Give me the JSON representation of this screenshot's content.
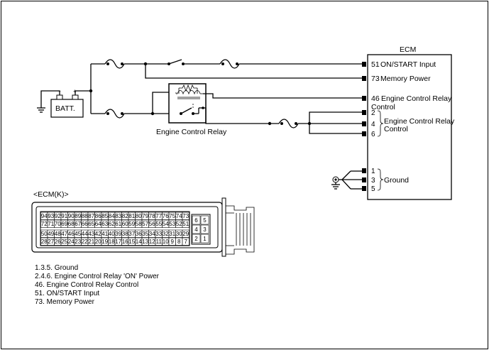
{
  "ecm": {
    "title": "ECM",
    "pins": [
      {
        "num": "51",
        "label": "ON/START Input"
      },
      {
        "num": "73",
        "label": "Memory Power"
      },
      {
        "num": "46",
        "label": "Engine Control Relay",
        "label2": "Control"
      },
      {
        "num": "2"
      },
      {
        "num": "4"
      },
      {
        "num": "6"
      },
      {
        "num": "1"
      },
      {
        "num": "3"
      },
      {
        "num": "5"
      }
    ],
    "relay_group_label": "Engine Control Relay",
    "relay_group_label2": "Control",
    "ground_group_label": "Ground"
  },
  "battery": {
    "label": "BATT."
  },
  "relay": {
    "label": "Engine Control Relay"
  },
  "connector": {
    "title": "<ECM(K)>",
    "row1": [
      "94",
      "93",
      "92",
      "91",
      "90",
      "89",
      "88",
      "87",
      "86",
      "85",
      "84",
      "83",
      "82",
      "81",
      "80",
      "79",
      "78",
      "77",
      "76",
      "75",
      "74",
      "73"
    ],
    "row2": [
      "72",
      "71",
      "70",
      "69",
      "68",
      "67",
      "66",
      "65",
      "64",
      "63",
      "62",
      "61",
      "60",
      "59",
      "58",
      "57",
      "56",
      "55",
      "54",
      "53",
      "52",
      "51"
    ],
    "row3": [
      "50",
      "49",
      "48",
      "47",
      "46",
      "45",
      "44",
      "43",
      "42",
      "41",
      "40",
      "39",
      "38",
      "37",
      "36",
      "35",
      "34",
      "33",
      "32",
      "31",
      "30",
      "29"
    ],
    "row4": [
      "28",
      "27",
      "26",
      "25",
      "24",
      "23",
      "22",
      "21",
      "20",
      "19",
      "18",
      "17",
      "16",
      "15",
      "14",
      "13",
      "12",
      "11",
      "10",
      "9",
      "8",
      "7"
    ],
    "side": [
      "6",
      "5",
      "4",
      "3",
      "2",
      "1"
    ]
  },
  "legend": [
    "1.3.5. Ground",
    "2.4.6. Engine Control Relay 'ON' Power",
    "46. Engine Control Relay Control",
    "51. ON/START Input",
    "73. Memory Power"
  ]
}
